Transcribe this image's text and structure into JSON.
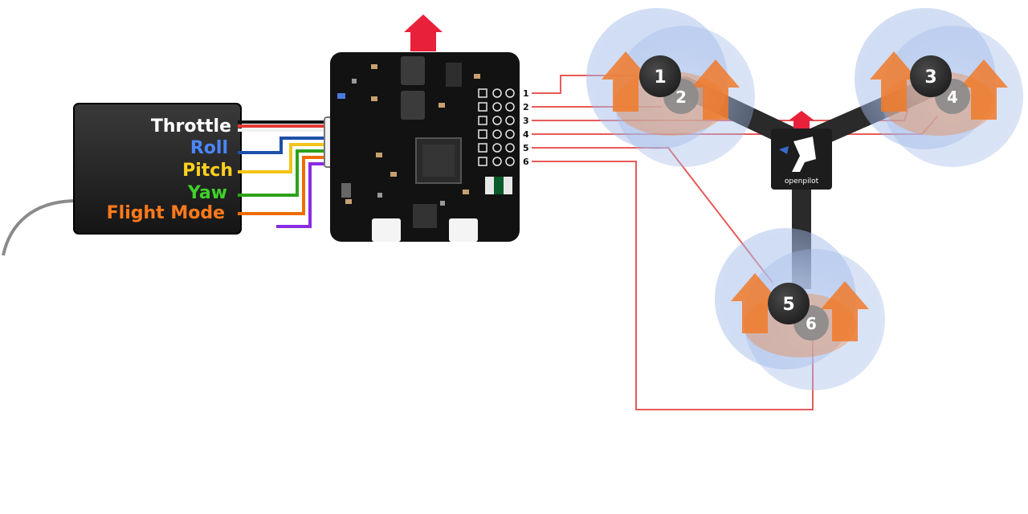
{
  "receiver": {
    "channels": [
      {
        "label": "Throttle",
        "color": "#ffffff",
        "wire": "#e53935"
      },
      {
        "label": "Roll",
        "color": "#4a86ff",
        "wire": "#1e4fa8"
      },
      {
        "label": "Pitch",
        "color": "#ffd21f",
        "wire": "#f2c417"
      },
      {
        "label": "Yaw",
        "color": "#3fd12a",
        "wire": "#2ea11a"
      },
      {
        "label": "Flight Mode",
        "color": "#ff7a1a",
        "wire": "#ef6c00"
      }
    ],
    "extra_wire": "#8a2be2"
  },
  "controller": {
    "output_pins": [
      "1",
      "2",
      "3",
      "4",
      "5",
      "6"
    ]
  },
  "frame": {
    "brand": "openpilot"
  },
  "motors": [
    {
      "number": "1"
    },
    {
      "number": "2"
    },
    {
      "number": "3"
    },
    {
      "number": "4"
    },
    {
      "number": "5"
    },
    {
      "number": "6"
    }
  ],
  "colors": {
    "signal_wire": "#e85a5a",
    "direction_arrow": "#e8203a",
    "prop_disc": "#b9cdf0",
    "prop_arrow": "#f07a2a",
    "board": "#111111",
    "motor": "#333333"
  }
}
